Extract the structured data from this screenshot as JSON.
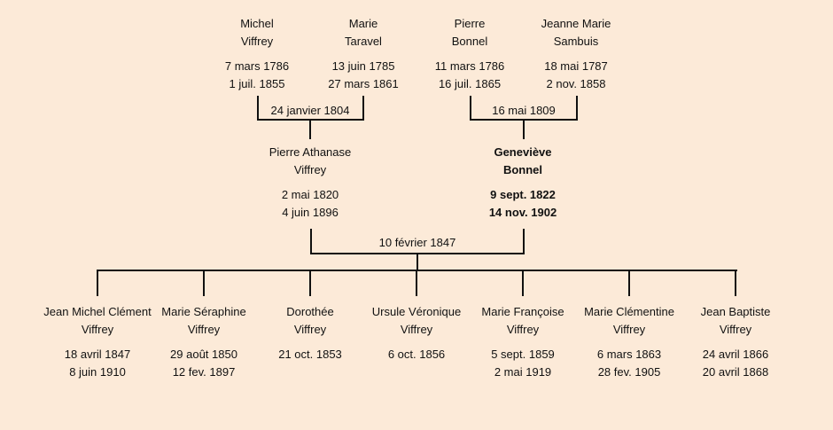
{
  "grandparents": [
    {
      "first": "Michel",
      "last": "Viffrey",
      "birth": "7 mars 1786",
      "death": "1 juil. 1855"
    },
    {
      "first": "Marie",
      "last": "Taravel",
      "birth": "13 juin 1785",
      "death": "27 mars 1861"
    },
    {
      "first": "Pierre",
      "last": "Bonnel",
      "birth": "11 mars 1786",
      "death": "16 juil. 1865"
    },
    {
      "first": "Jeanne Marie",
      "last": "Sambuis",
      "birth": "18 mai 1787",
      "death": "2 nov. 1858"
    }
  ],
  "grandparent_marriages": [
    "24 janvier 1804",
    "16 mai 1809"
  ],
  "parents": [
    {
      "first": "Pierre Athanase",
      "last": "Viffrey",
      "birth": "2 mai 1820",
      "death": "4 juin 1896"
    },
    {
      "first": "Geneviève",
      "last": "Bonnel",
      "birth": "9 sept. 1822",
      "death": "14 nov. 1902",
      "highlight": true
    }
  ],
  "parent_marriage": "10 février 1847",
  "children": [
    {
      "first": "Jean Michel Clément",
      "last": "Viffrey",
      "birth": "18 avril 1847",
      "death": "8 juin 1910"
    },
    {
      "first": "Marie Séraphine",
      "last": "Viffrey",
      "birth": "29 août 1850",
      "death": "12 fev. 1897"
    },
    {
      "first": "Dorothée",
      "last": "Viffrey",
      "birth": "21 oct. 1853"
    },
    {
      "first": "Ursule Véronique",
      "last": "Viffrey",
      "birth": "6 oct. 1856"
    },
    {
      "first": "Marie Françoise",
      "last": "Viffrey",
      "birth": "5 sept. 1859",
      "death": "2 mai 1919"
    },
    {
      "first": "Marie Clémentine",
      "last": "Viffrey",
      "birth": "6 mars 1863",
      "death": "28 fev. 1905"
    },
    {
      "first": "Jean Baptiste",
      "last": "Viffrey",
      "birth": "24 avril 1866",
      "death": "20 avril 1868"
    }
  ]
}
